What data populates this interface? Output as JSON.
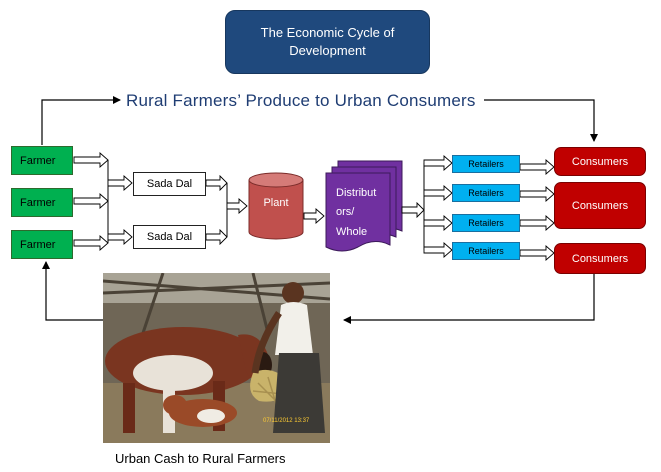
{
  "title": "The Economic Cycle of Development",
  "top_label": "Rural  Farmers’ Produce to Urban Consumers",
  "bottom_label": "Urban Cash to Rural Farmers",
  "farmers": [
    "Farmer",
    "Farmer",
    "Farmer"
  ],
  "sada_dal": [
    "Sada Dal",
    "Sada Dal"
  ],
  "plant_label": "Plant",
  "distributors_lines": [
    "Distribut",
    "ors/",
    "Whole"
  ],
  "retailers": [
    "Retailers",
    "Retailers",
    "Retailers",
    "Retailers"
  ],
  "consumers": [
    "Consumers",
    "Consumers",
    "Consumers"
  ],
  "photo_timestamp": "07/11/2012 13:37",
  "colors": {
    "title_bg": "#1f497d",
    "farmer": "#00b050",
    "plant": "#c0504d",
    "distributor": "#7030a0",
    "retailer": "#00b0f0",
    "consumer": "#c00000"
  }
}
